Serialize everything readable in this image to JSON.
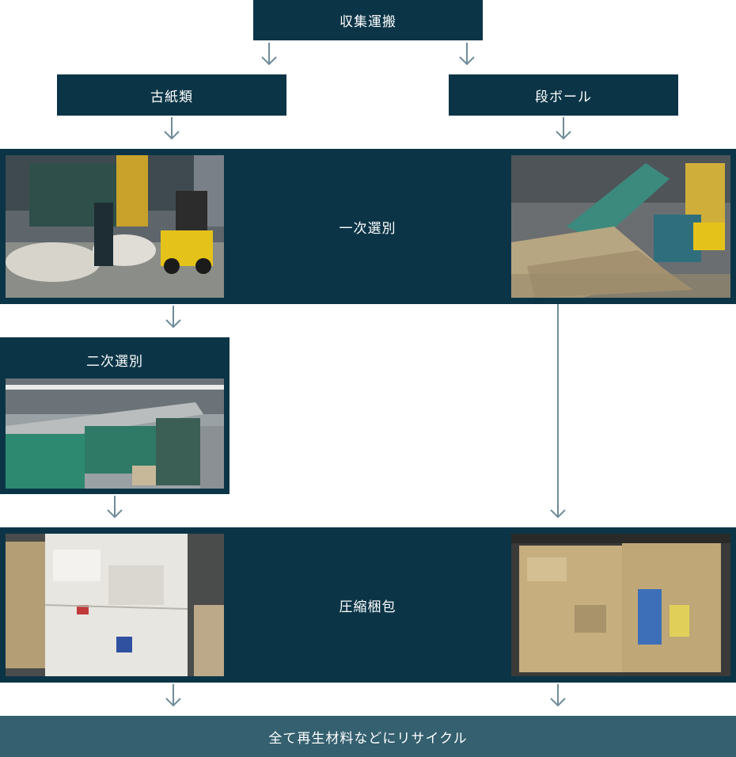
{
  "flow": {
    "collection": "収集運搬",
    "old_paper": "古紙類",
    "cardboard": "段ボール",
    "primary_sort": "一次選別",
    "secondary_sort": "二次選別",
    "compress": "圧縮梱包",
    "recycle": "全て再生材料などにリサイクル"
  },
  "colors": {
    "box": "#0b3547",
    "final": "#34606f",
    "arrow": "#6f8c99"
  }
}
